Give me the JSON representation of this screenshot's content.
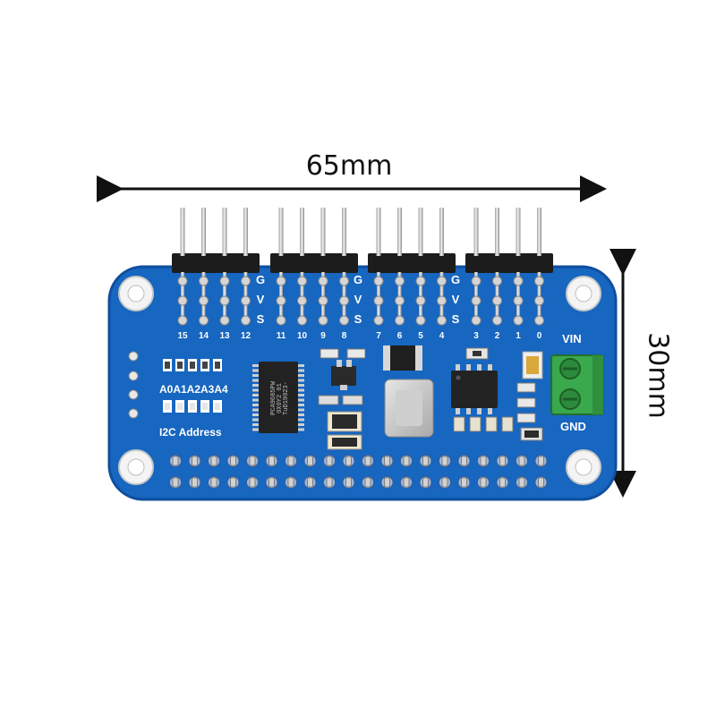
{
  "dimensions": {
    "width_label": "65mm",
    "height_label": "30mm"
  },
  "servo_channels": [
    {
      "label": "15"
    },
    {
      "label": "14"
    },
    {
      "label": "13"
    },
    {
      "label": "12"
    },
    {
      "label": "11"
    },
    {
      "label": "10"
    },
    {
      "label": "9"
    },
    {
      "label": "8"
    },
    {
      "label": "7"
    },
    {
      "label": "6"
    },
    {
      "label": "5"
    },
    {
      "label": "4"
    },
    {
      "label": "3"
    },
    {
      "label": "2"
    },
    {
      "label": "1"
    },
    {
      "label": "0"
    }
  ],
  "row_labels": [
    "G",
    "V",
    "S"
  ],
  "silkscreen": {
    "address_pins": "A0A1A2A3A4",
    "i2c_address": "I2C Address",
    "vin": "VIN",
    "gnd": "GND"
  },
  "chips": {
    "pca_line1": "PCA9685PW",
    "pca_line2": "0X0Y2    01",
    "pca_line3": "TuD19023-"
  },
  "colors": {
    "pcb": "#1766c0",
    "pcb_edge": "#0f4f9e",
    "terminal": "#3aa84c",
    "header_plastic": "#1c1c1c",
    "pin_metal": "#d8d8d8"
  }
}
